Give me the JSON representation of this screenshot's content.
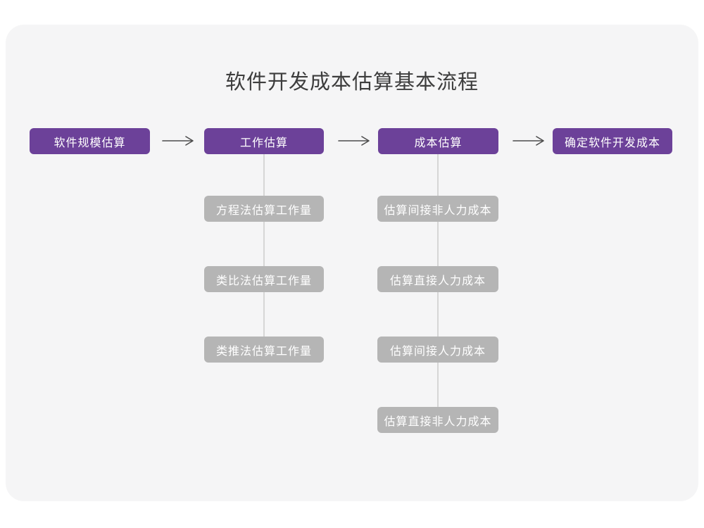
{
  "page": {
    "title": "软件开发成本估算基本流程"
  },
  "colors": {
    "accent_purple": "#6c4199",
    "node_gray": "#b5b5b5",
    "connector_gray": "#d6d6d6",
    "arrow_gray": "#4d4d4d",
    "card_bg": "#f5f5f6",
    "title_text": "#3d3d3d",
    "node_text": "#ffffff"
  },
  "flow": {
    "main_steps": [
      {
        "label": "软件规模估算"
      },
      {
        "label": "工作估算"
      },
      {
        "label": "成本估算"
      },
      {
        "label": "确定软件开发成本"
      }
    ],
    "work_estimation_methods": [
      {
        "label": "方程法估算工作量"
      },
      {
        "label": "类比法估算工作量"
      },
      {
        "label": "类推法估算工作量"
      }
    ],
    "cost_estimation_steps": [
      {
        "label": "估算间接非人力成本"
      },
      {
        "label": "估算直接人力成本"
      },
      {
        "label": "估算间接人力成本"
      },
      {
        "label": "估算直接非人力成本"
      }
    ]
  }
}
